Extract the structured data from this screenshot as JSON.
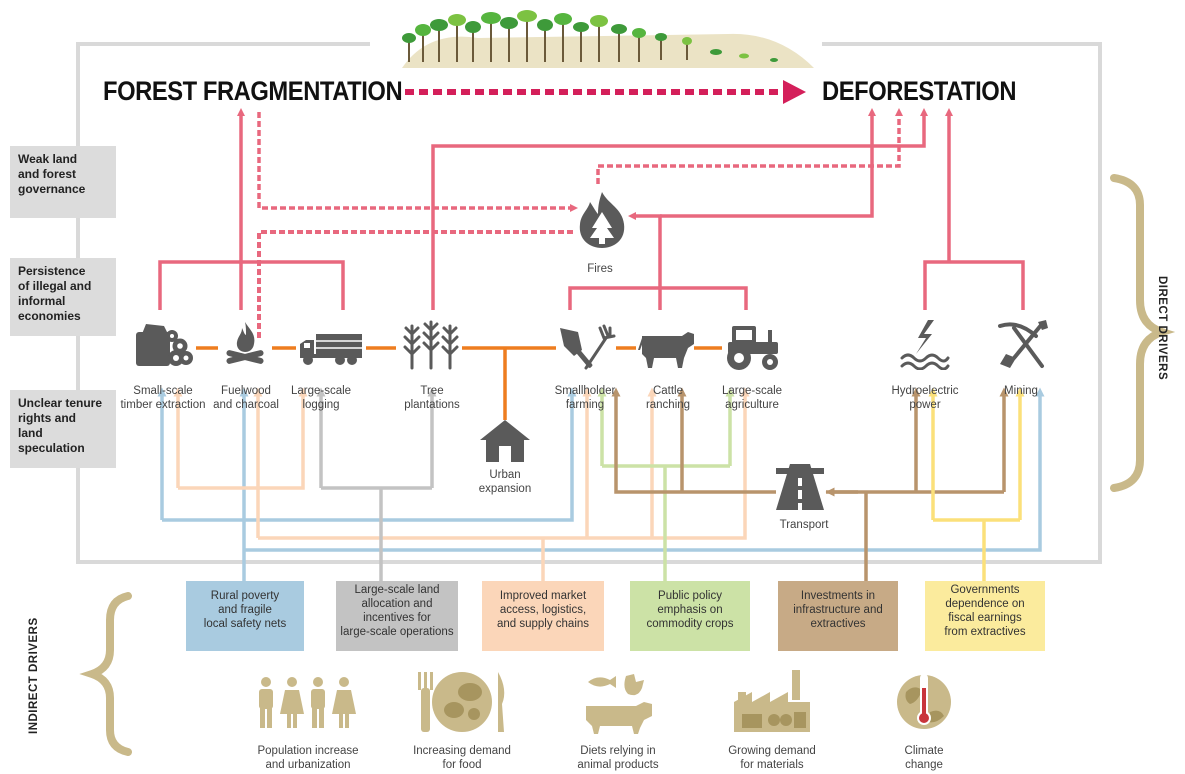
{
  "titles": {
    "fragmentation": "FOREST FRAGMENTATION",
    "deforestation": "DEFORESTATION"
  },
  "governance": [
    {
      "lines": [
        "Weak land",
        "and forest",
        "governance"
      ]
    },
    {
      "lines": [
        "Persistence",
        "of illegal and",
        "informal",
        "economies"
      ]
    },
    {
      "lines": [
        "Unclear tenure",
        "rights and",
        "land",
        "speculation"
      ]
    }
  ],
  "fires": {
    "label": "Fires"
  },
  "direct_drivers": [
    {
      "icon": "logs-icon",
      "lines": [
        "Small-scale",
        "timber extraction"
      ]
    },
    {
      "icon": "campfire-icon",
      "lines": [
        "Fuelwood",
        "and charcoal"
      ]
    },
    {
      "icon": "logging-truck-icon",
      "lines": [
        "Large-scale",
        "logging"
      ]
    },
    {
      "icon": "tree-plantation-icon",
      "lines": [
        "Tree",
        "plantations"
      ]
    },
    {
      "icon": "house-icon",
      "lines": [
        "Urban",
        "expansion"
      ]
    },
    {
      "icon": "shovel-fork-icon",
      "lines": [
        "Smallholder",
        "farming"
      ]
    },
    {
      "icon": "cow-icon",
      "lines": [
        "Cattle",
        "ranching"
      ]
    },
    {
      "icon": "tractor-icon",
      "lines": [
        "Large-scale",
        "agriculture"
      ]
    },
    {
      "icon": "hydro-icon",
      "lines": [
        "Hydroelectric",
        "power"
      ]
    },
    {
      "icon": "pickaxe-shovel-icon",
      "lines": [
        "Mining"
      ]
    }
  ],
  "transport": {
    "label": "Transport"
  },
  "side_labels": {
    "direct": "DIRECT DRIVERS",
    "indirect": "INDIRECT DRIVERS"
  },
  "indirect_drivers": [
    {
      "color": "#a9cbe0",
      "lines": [
        "Rural poverty",
        "and fragile",
        "local safety nets"
      ]
    },
    {
      "color": "#c3c3c3",
      "lines": [
        "Large-scale land",
        "allocation and",
        "incentives for",
        "large-scale operations"
      ]
    },
    {
      "color": "#fbd6b9",
      "lines": [
        "Improved market",
        "access, logistics,",
        "and supply chains"
      ]
    },
    {
      "color": "#cce2a6",
      "lines": [
        "Public policy",
        "emphasis on",
        "commodity crops"
      ]
    },
    {
      "color": "#c7aa86",
      "lines": [
        "Investments in",
        "infrastructure and",
        "extractives"
      ]
    },
    {
      "color": "#fbeb9d",
      "lines": [
        "Governments",
        "dependence on",
        "fiscal earnings",
        "from extractives"
      ]
    }
  ],
  "underlying": [
    {
      "icon": "people-icon",
      "lines": [
        "Population increase",
        "and urbanization"
      ]
    },
    {
      "icon": "food-plate-icon",
      "lines": [
        "Increasing demand",
        "for food"
      ]
    },
    {
      "icon": "animals-icon",
      "lines": [
        "Diets relying in",
        "animal products"
      ]
    },
    {
      "icon": "factory-icon",
      "lines": [
        "Growing demand",
        "for materials"
      ]
    },
    {
      "icon": "globe-thermometer-icon",
      "lines": [
        "Climate",
        "change"
      ]
    }
  ],
  "colors": {
    "red": "#e8687e",
    "red_dark": "#d41f5a",
    "orange": "#ee7d1f",
    "blue": "#a9cbe0",
    "grey": "#c3c3c3",
    "peach": "#fbd6b9",
    "green": "#cce2a6",
    "brown": "#b8946c",
    "yellow": "#fbe07a",
    "icon": "#5a5a5a",
    "frame": "#d9d9d9",
    "brace": "#c9b98a"
  }
}
